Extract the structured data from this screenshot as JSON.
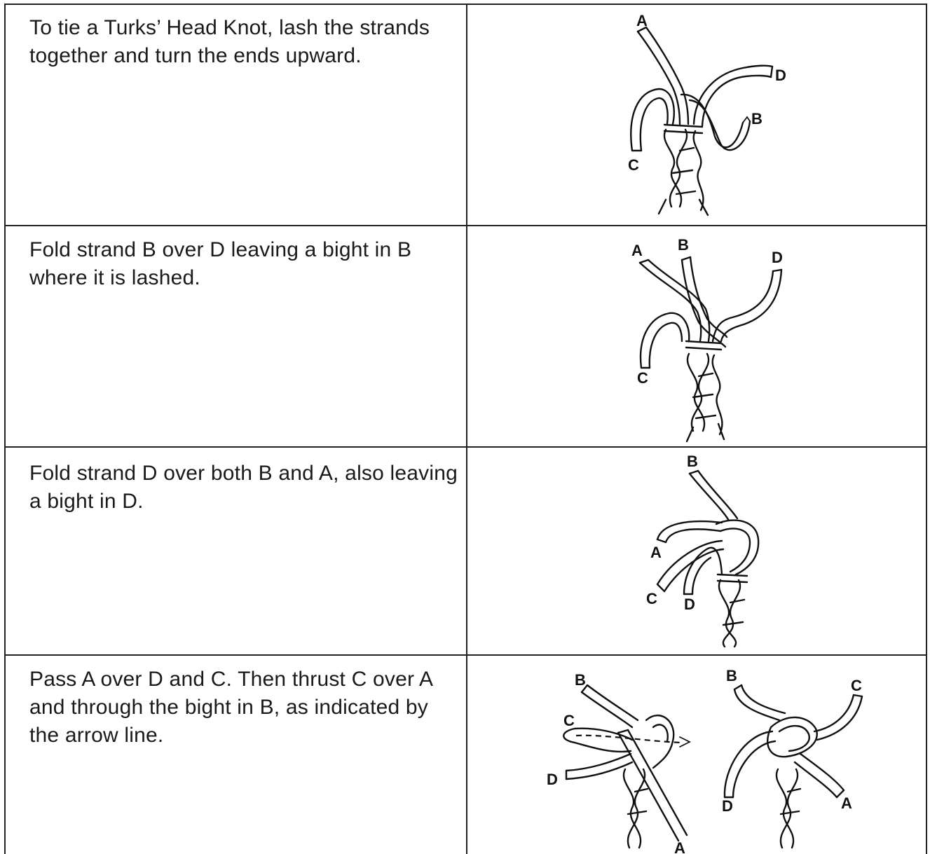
{
  "steps": [
    {
      "text": "To tie a Turks’ Head Knot, lash the strands together and turn the ends upward.",
      "labels": [
        "A",
        "D",
        "B",
        "C"
      ]
    },
    {
      "text": "Fold strand B over D leaving a bight in B where it is lashed.",
      "labels": [
        "A",
        "B",
        "D",
        "C"
      ]
    },
    {
      "text": "Fold strand D over both B and A, also leaving a bight in D.",
      "labels": [
        "B",
        "A",
        "C",
        "D"
      ]
    },
    {
      "text": "Pass A over D and C. Then thrust C over A and through the bight in B, as indicated by the arrow line.",
      "labels_left": [
        "B",
        "C",
        "D",
        "A"
      ],
      "labels_right": [
        "B",
        "C",
        "D",
        "A"
      ]
    }
  ],
  "icons": [
    "braid-illustration",
    "strand-arrow"
  ]
}
